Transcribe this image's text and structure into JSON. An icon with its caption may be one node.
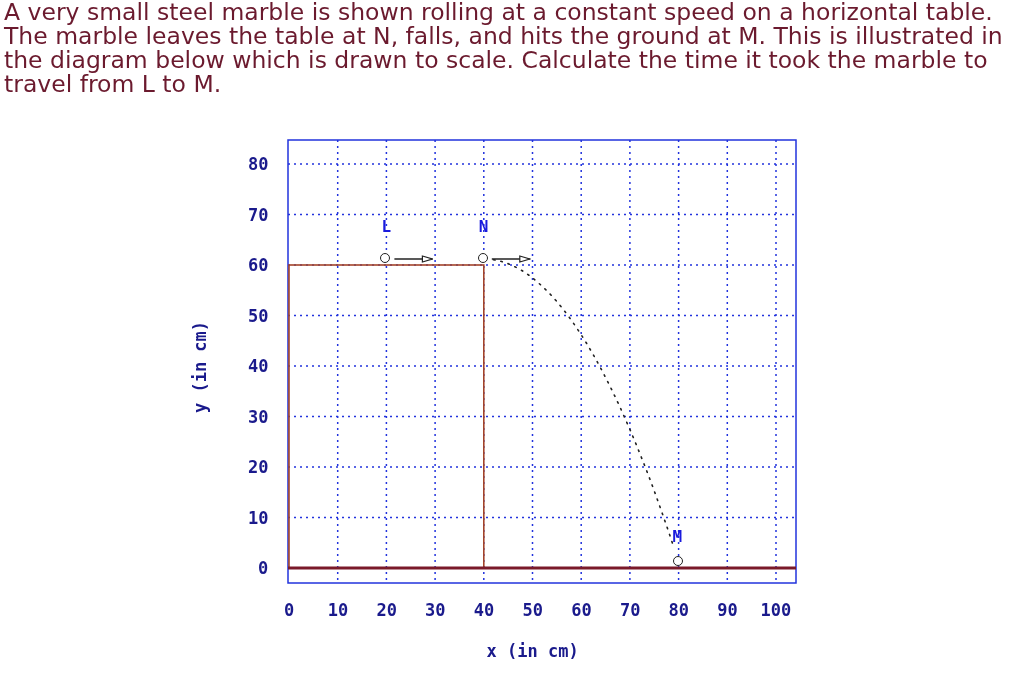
{
  "diagram": {
    "title": "A very small steel marble is shown rolling at a constant speed on a horizontal table. The marble leaves the table at N, falls, and hits the ground at M. This is illustrated in the diagram below which is drawn to scale. Calculate the time it took the marble to travel from L to M.",
    "nodes": [
      {
        "text": [],
        "shape": "circle",
        "beside": [
          "L"
        ]
      },
      {
        "text": [],
        "shape": "circle",
        "beside": [
          "N"
        ]
      },
      {
        "text": [],
        "shape": "circle",
        "beside": [
          "M"
        ]
      }
    ],
    "edges": [
      {
        "from": 1,
        "to": 2,
        "arrow": "none",
        "style": "dashed"
      }
    ],
    "labels": [
      "80",
      "70",
      "60",
      "50",
      "40",
      "30",
      "20",
      "10",
      "0",
      "y (in cm)",
      "0",
      "10",
      "20",
      "30",
      "40",
      "50",
      "60",
      "70",
      "80",
      "90",
      "100",
      "x (in cm)"
    ]
  }
}
